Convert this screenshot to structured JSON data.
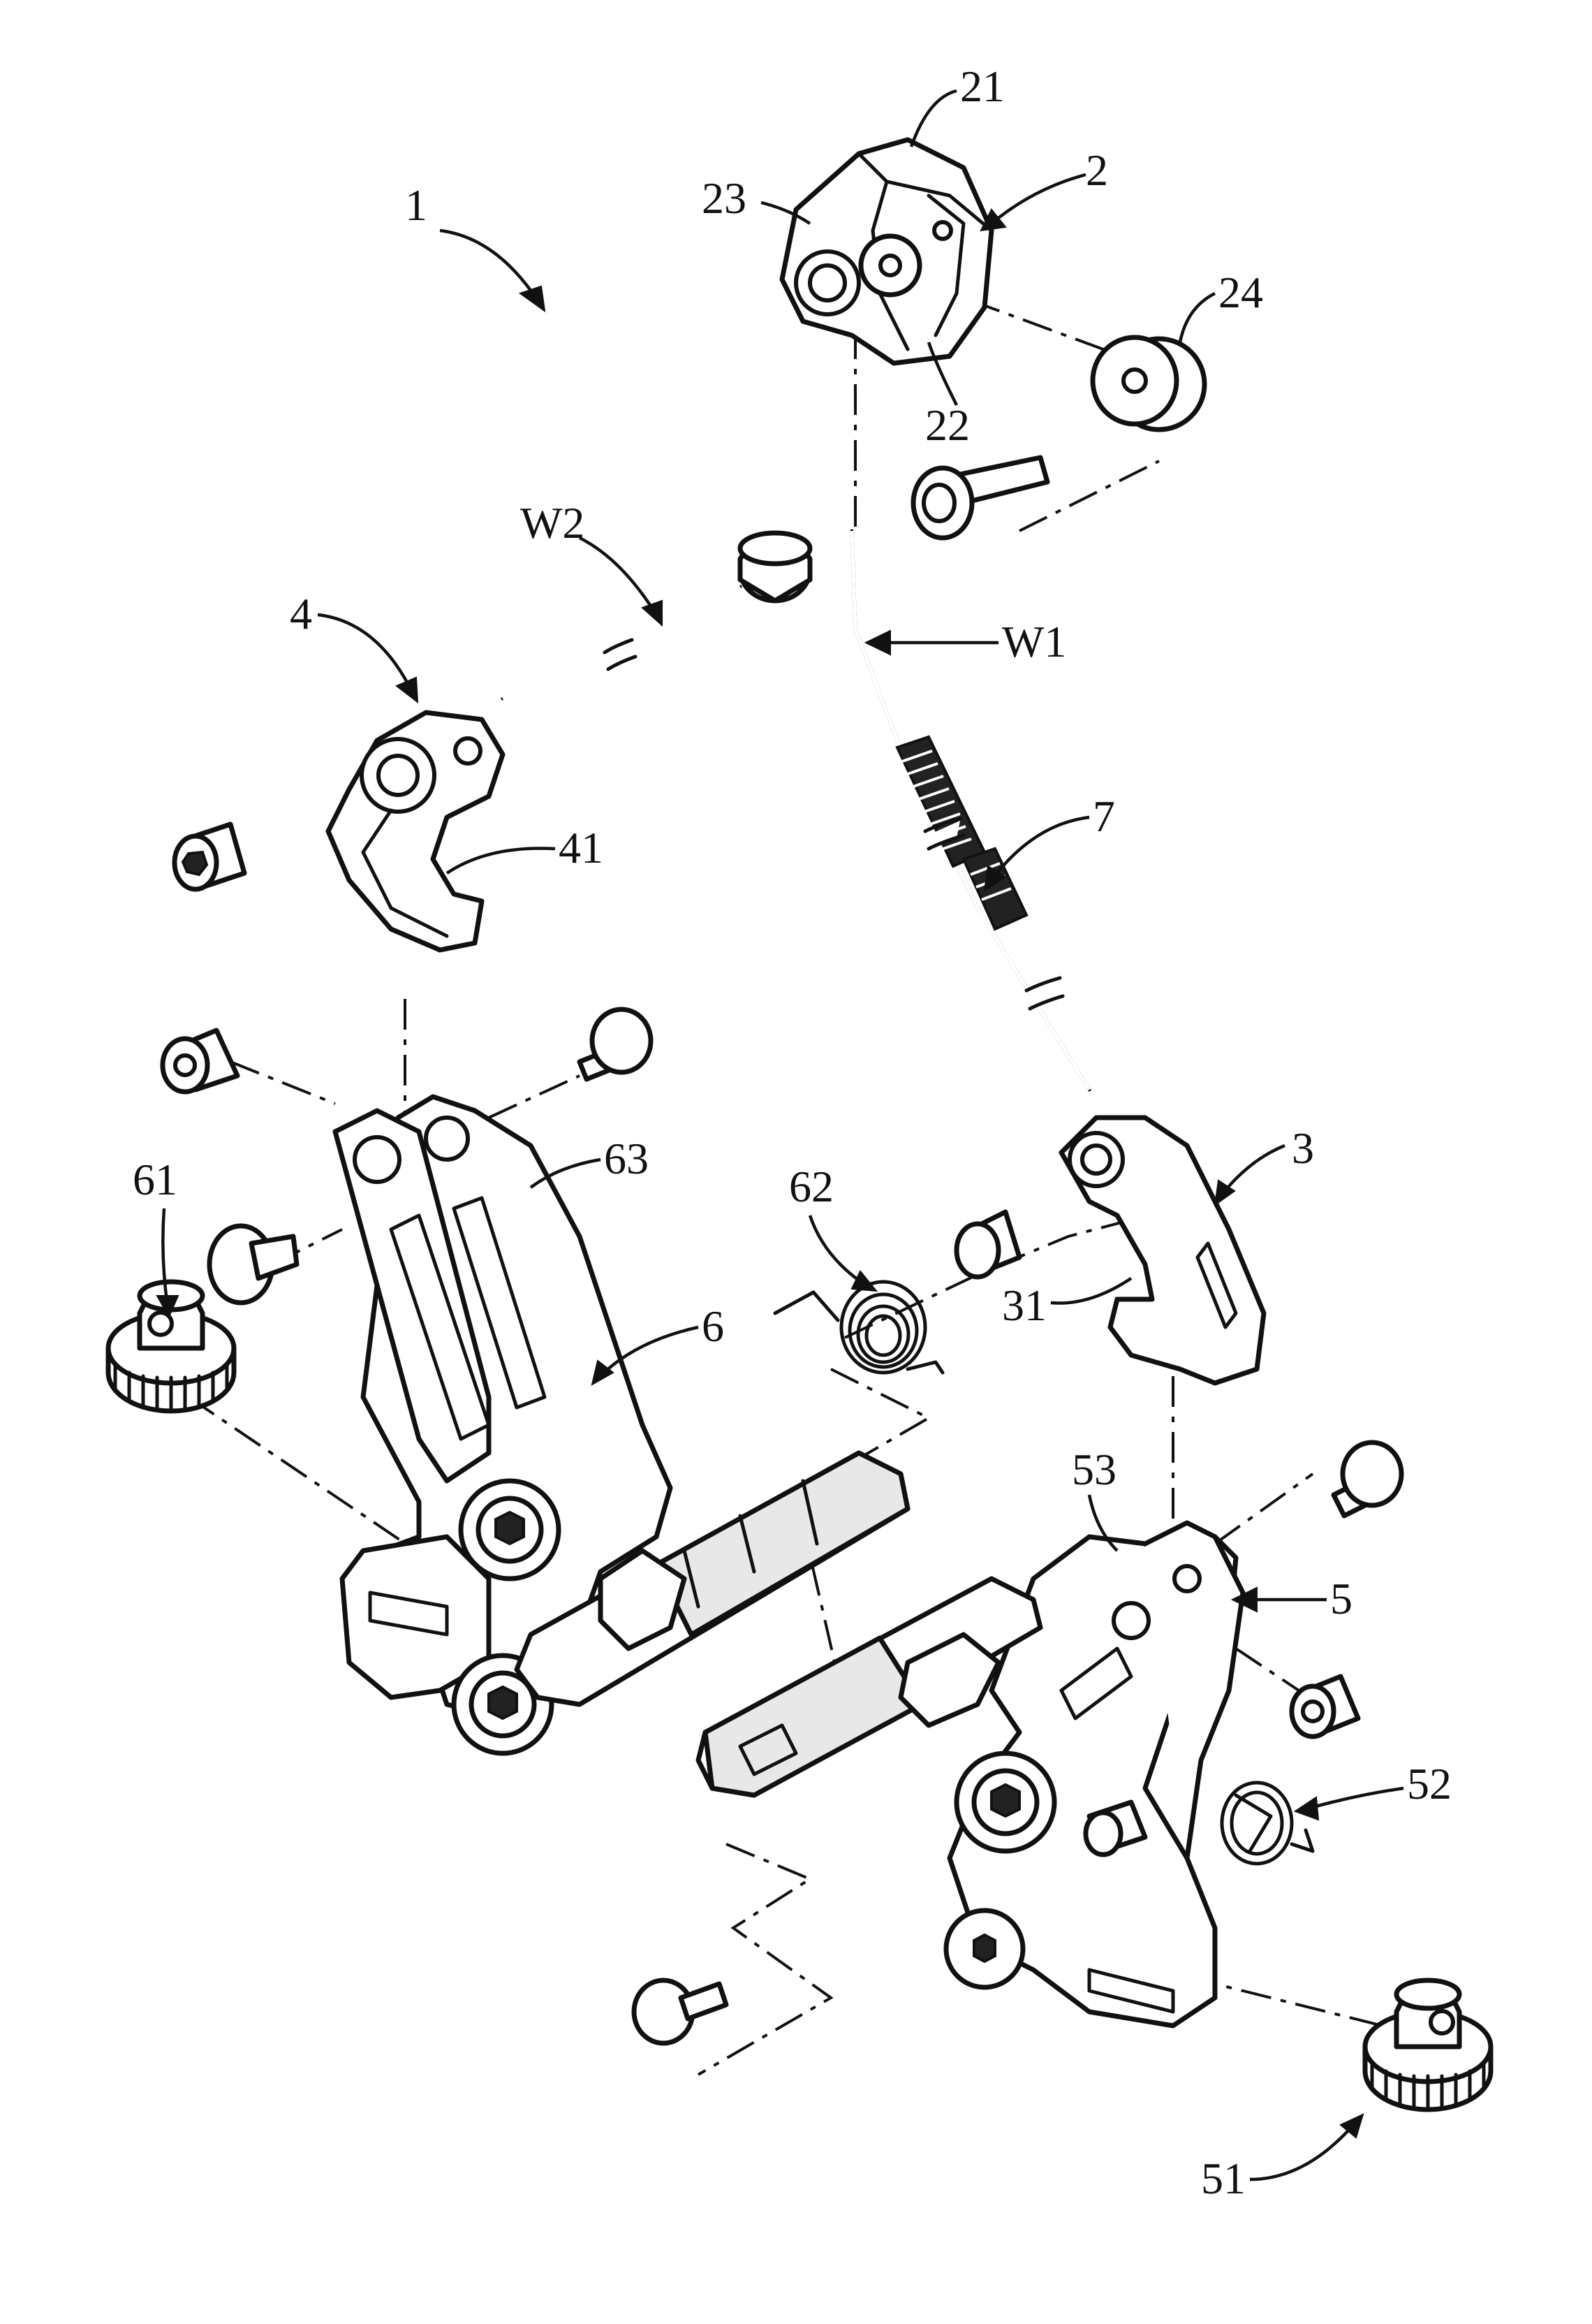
{
  "labels": {
    "assembly": "1",
    "link_unit": "2",
    "link_cap": "21",
    "link_lower": "22",
    "link_side": "23",
    "link_washer": "24",
    "cable_main": "W1",
    "cable_secondary": "W2",
    "cable_anchor": "4",
    "anchor_hook": "41",
    "cable_housing": "7",
    "right_link": "3",
    "right_link_hook": "31",
    "left_spring": "62",
    "left_arm": "6",
    "left_arm_top": "63",
    "left_adjuster": "61",
    "right_arm": "5",
    "right_arm_top": "53",
    "right_spring": "52",
    "right_adjuster": "51"
  },
  "colors": {
    "line": "#111111",
    "paper": "#ffffff",
    "pad": "#e8e8e8"
  }
}
